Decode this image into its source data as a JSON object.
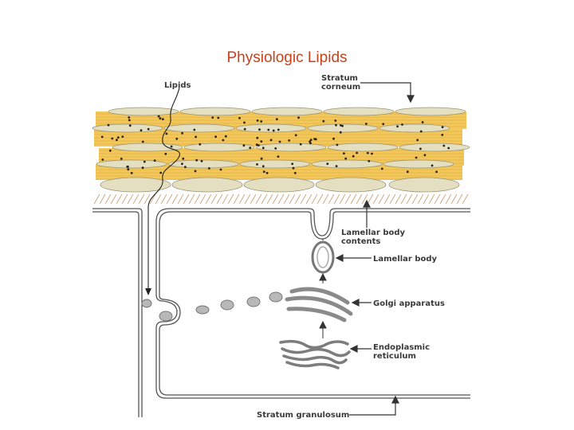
{
  "title": "Physiologic Lipids",
  "labels": {
    "lipids": "Lipids",
    "stratum_corneum_1": "Stratum",
    "stratum_corneum_2": "corneum",
    "lamellar_contents_1": "Lamellar body",
    "lamellar_contents_2": "contents",
    "lamellar_body": "Lamellar body",
    "golgi": "Golgi apparatus",
    "er_1": "Endoplasmic",
    "er_2": "reticulum",
    "stratum_granulosum": "Stratum granulosum"
  },
  "colors": {
    "lipid_band": "#f3c75a",
    "corneocyte": "#e3dfc0",
    "dot": "#2a2418",
    "cell_line": "#555555",
    "organelle": "#8a8a8a"
  }
}
